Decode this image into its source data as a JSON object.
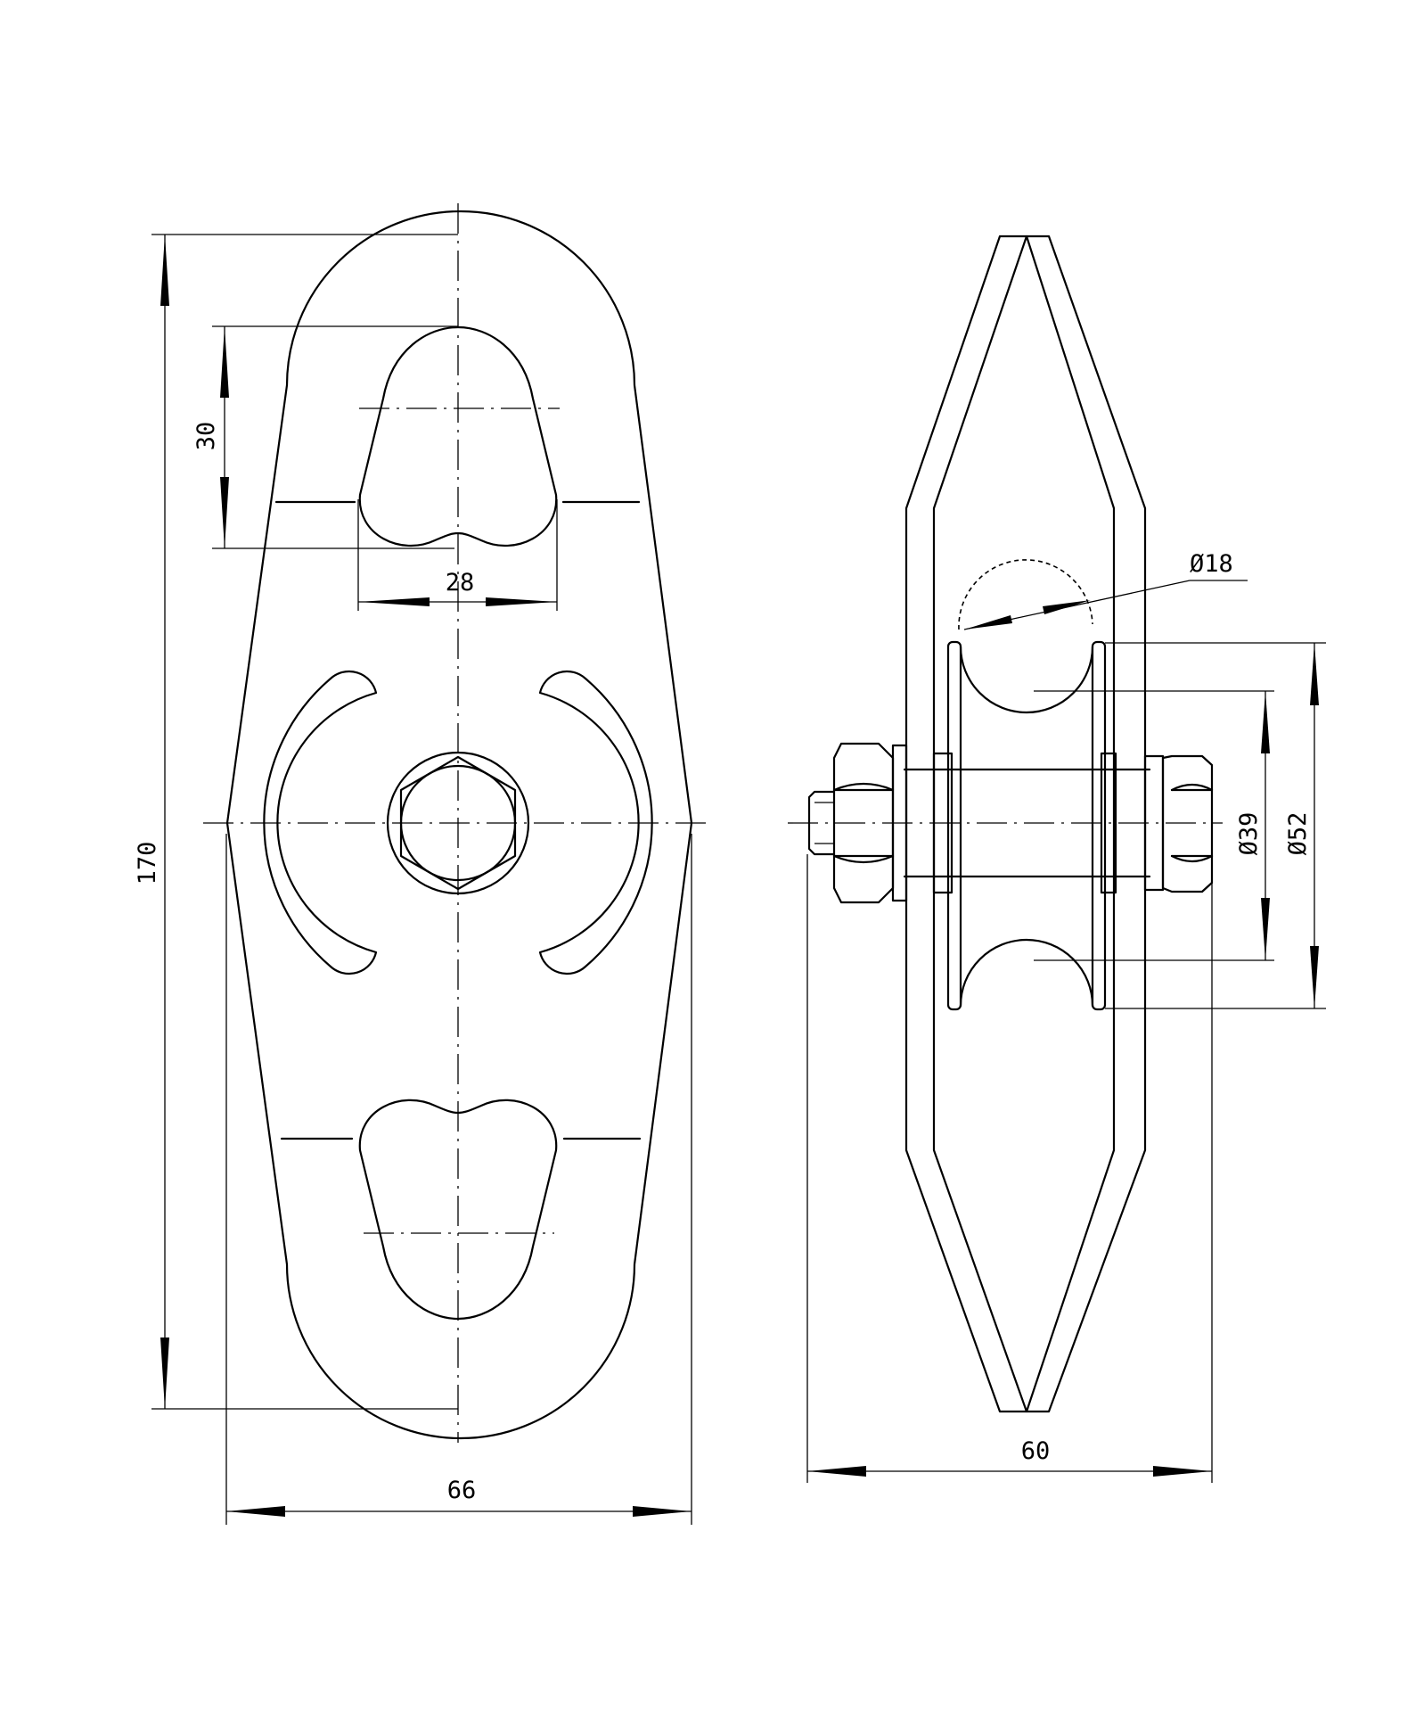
{
  "drawing": {
    "dimensions": {
      "height_overall": "170",
      "width_overall": "66",
      "slot_height": "30",
      "slot_width": "28",
      "side_width": "60",
      "rope_diameter": "Ø18",
      "groove_diameter": "Ø39",
      "sheave_diameter": "Ø52"
    }
  }
}
